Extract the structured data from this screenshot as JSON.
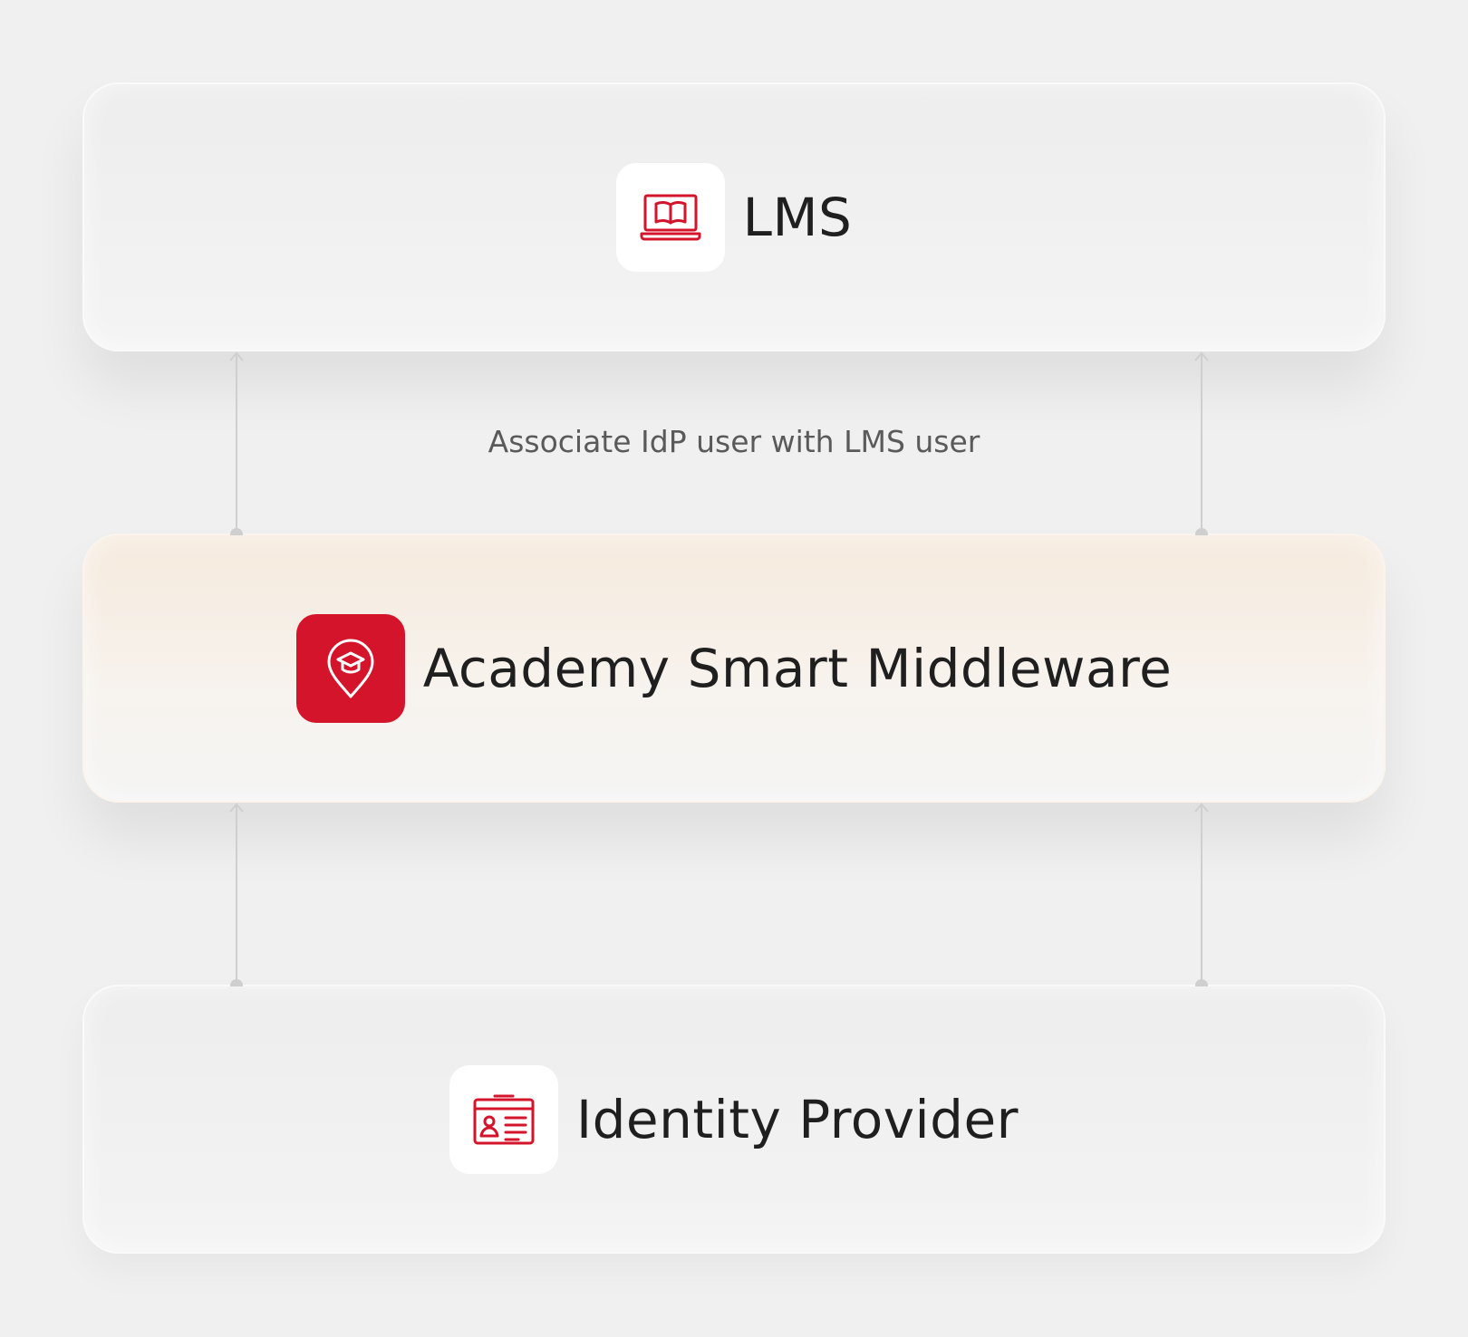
{
  "diagram": {
    "nodes": [
      {
        "id": "lms",
        "label": "LMS",
        "icon": "laptop-book-icon"
      },
      {
        "id": "middleware",
        "label": "Academy Smart Middleware",
        "icon": "graduation-cap-pin-icon"
      },
      {
        "id": "idp",
        "label": "Identity Provider",
        "icon": "id-card-icon"
      }
    ],
    "edges": [
      {
        "from": "middleware",
        "to": "lms",
        "label": "Associate IdP user with LMS user"
      },
      {
        "from": "idp",
        "to": "middleware",
        "label": ""
      }
    ]
  },
  "colors": {
    "accent": "#d4142a",
    "background": "#f0f0f0",
    "text": "#1f1f1f",
    "connector": "#cfcfcf"
  }
}
